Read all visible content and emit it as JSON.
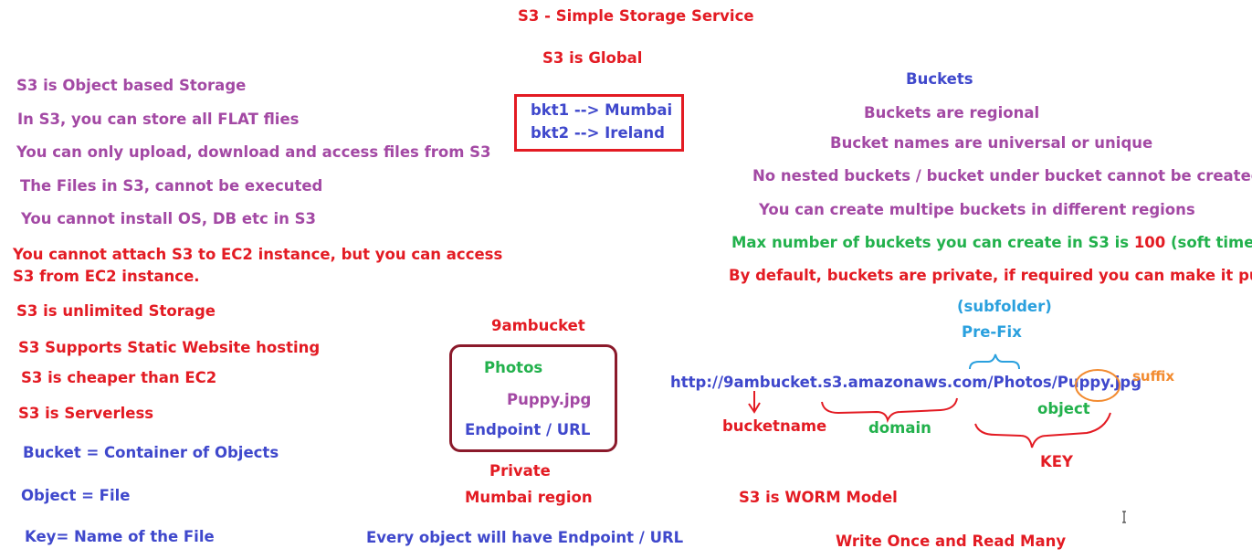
{
  "title": "S3 - Simple Storage Service",
  "global": "S3 is Global",
  "region_box": [
    "bkt1 --> Mumbai",
    "bkt2 --> Ireland"
  ],
  "left_notes": {
    "object_storage": "S3 is Object based Storage",
    "flat_files": "In S3, you can store all FLAT flies",
    "upload": "You can only upload, download and access files from S3",
    "not_executed": "The Files in S3, cannot be executed",
    "no_install": "You cannot install OS, DB etc in S3",
    "ec2_line1": "You cannot attach S3 to EC2 instance, but you can access",
    "ec2_line2": "S3 from EC2 instance.",
    "unlimited": "S3 is unlimited Storage",
    "static_site": "S3 Supports Static Website hosting",
    "cheaper": "S3 is cheaper than EC2",
    "serverless": "S3 is Serverless",
    "bucket_def": "Bucket =  Container of Objects",
    "object_def": "Object = File",
    "key_def": "Key= Name of the File"
  },
  "bucket_example": {
    "name": "9ambucket",
    "folder": "Photos",
    "file": "Puppy.jpg",
    "endpoint": "Endpoint / URL",
    "access": "Private",
    "region": "Mumbai region",
    "endpoint_note": "Every object will have Endpoint / URL"
  },
  "buckets": {
    "heading": "Buckets",
    "regional": "Buckets are regional",
    "unique": "Bucket names are universal or unique",
    "no_nested": "No nested buckets / bucket under bucket cannot be created",
    "multiple": "You can create multipe buckets in different regions",
    "max_prefix": "Max number of buckets you can create in S3 is ",
    "max_value": "100",
    "max_suffix": " (soft time)",
    "private": "By default, buckets are private, if required you can  make it public"
  },
  "url_diagram": {
    "subfolder": "(subfolder)",
    "prefix": "Pre-Fix",
    "url": "http://9ambucket.s3.amazonaws.com/Photos/Puppy.jpg",
    "suffix": "suffix",
    "object": "object",
    "bucketname": "bucketname",
    "domain": "domain",
    "key": "KEY"
  },
  "worm": {
    "model": "S3 is WORM Model",
    "meaning": "Write Once and Read Many"
  },
  "colors": {
    "red": "#e31b23",
    "purple": "#a349a4",
    "blue": "#3f48cc",
    "green": "#22b14c",
    "cyan": "#2aa0de",
    "orange": "#f28b30"
  }
}
